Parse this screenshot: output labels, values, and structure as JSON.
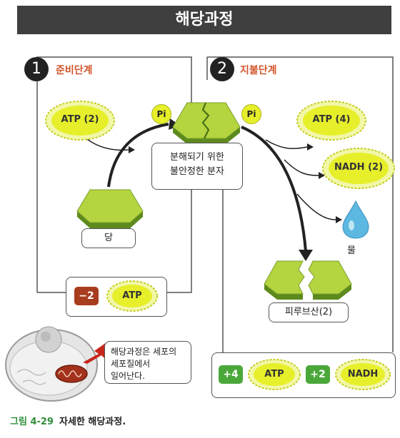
{
  "title": "해당과정",
  "phase1": {
    "number": "1",
    "label": "준비단계"
  },
  "phase2": {
    "number": "2",
    "label": "지불단계"
  },
  "atp_in": "ATP (2)",
  "pi": "Pi",
  "unstable_molecule": "분해되기 위한\n불안정한 분자",
  "sugar": "당",
  "cost": {
    "value": "−2",
    "molecule": "ATP"
  },
  "atp_out": "ATP (4)",
  "nadh_out": "NADH (2)",
  "water": "물",
  "pyruvate": "피루브산(2)",
  "net_gain": {
    "atp_value": "+4",
    "atp": "ATP",
    "nadh_value": "+2",
    "nadh": "NADH"
  },
  "cell_note": "해당과정은 세포의\n세포질에서\n일어난다.",
  "caption": {
    "figure": "그림 4-29",
    "text": "자세한 해당과정."
  },
  "colors": {
    "burst": "#e6ef2a",
    "hex_top": "#b4d440",
    "hex_side": "#5d8a1d",
    "step": "#d2562a",
    "cost_pill": "#a83c1e",
    "gain_pill": "#4aa83a"
  }
}
